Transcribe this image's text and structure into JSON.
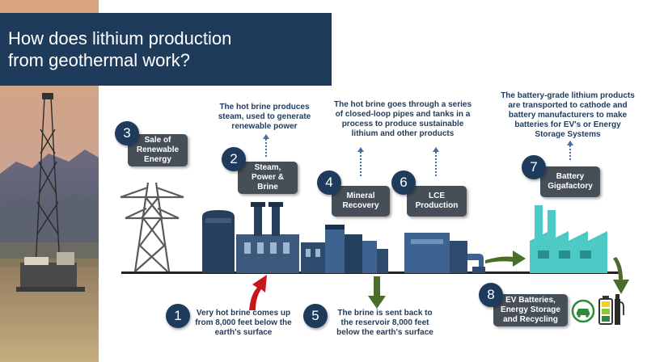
{
  "title": {
    "line1": "How does lithium production",
    "line2": "from geothermal work?"
  },
  "steps": [
    {
      "num": "1",
      "label_lines": [],
      "desc_lines": [
        "Very hot brine comes up",
        "from 8,000 feet below the",
        "earth's surface"
      ]
    },
    {
      "num": "2",
      "label_lines": [
        "Steam,",
        "Power &",
        "Brine"
      ],
      "desc_lines": [
        "The hot brine produces",
        "steam, used to generate",
        "renewable power"
      ]
    },
    {
      "num": "3",
      "label_lines": [
        "Sale of",
        "Renewable",
        "Energy"
      ],
      "desc_lines": []
    },
    {
      "num": "4",
      "label_lines": [
        "Mineral",
        "Recovery"
      ],
      "desc_lines": [
        "The hot brine goes through a  series",
        "of closed-loop pipes and tanks in a",
        "process to produce sustainable",
        "lithium and other products"
      ]
    },
    {
      "num": "5",
      "label_lines": [],
      "desc_lines": [
        "The brine is sent back to",
        "the  reservoir  8,000  feet",
        "below the earth's surface"
      ]
    },
    {
      "num": "6",
      "label_lines": [
        "LCE",
        "Production"
      ],
      "desc_lines": []
    },
    {
      "num": "7",
      "label_lines": [
        "Battery",
        "Gigafactory"
      ],
      "desc_lines": [
        "The battery-grade lithium products",
        "are transported to cathode and",
        "battery manufacturers to make",
        "batteries for EV's or Energy",
        "Storage Systems"
      ]
    },
    {
      "num": "8",
      "label_lines": [
        "EV Batteries,",
        "Energy Storage",
        "and Recycling"
      ],
      "desc_lines": []
    }
  ],
  "colors": {
    "navy": "#1f3b5c",
    "label_gray": "#464f57",
    "factory": "#2f4a6a",
    "arrow_green": "#4a6d2a",
    "arrow_red": "#c8161d",
    "teal": "#4ecac6"
  },
  "icons": [
    "drilling-rig-photo",
    "power-tower-icon",
    "geothermal-plant-icon",
    "mineral-recovery-plant-icon",
    "lce-plant-icon",
    "gigafactory-icon",
    "ev-car-icon",
    "battery-icon",
    "ev-charger-icon"
  ]
}
